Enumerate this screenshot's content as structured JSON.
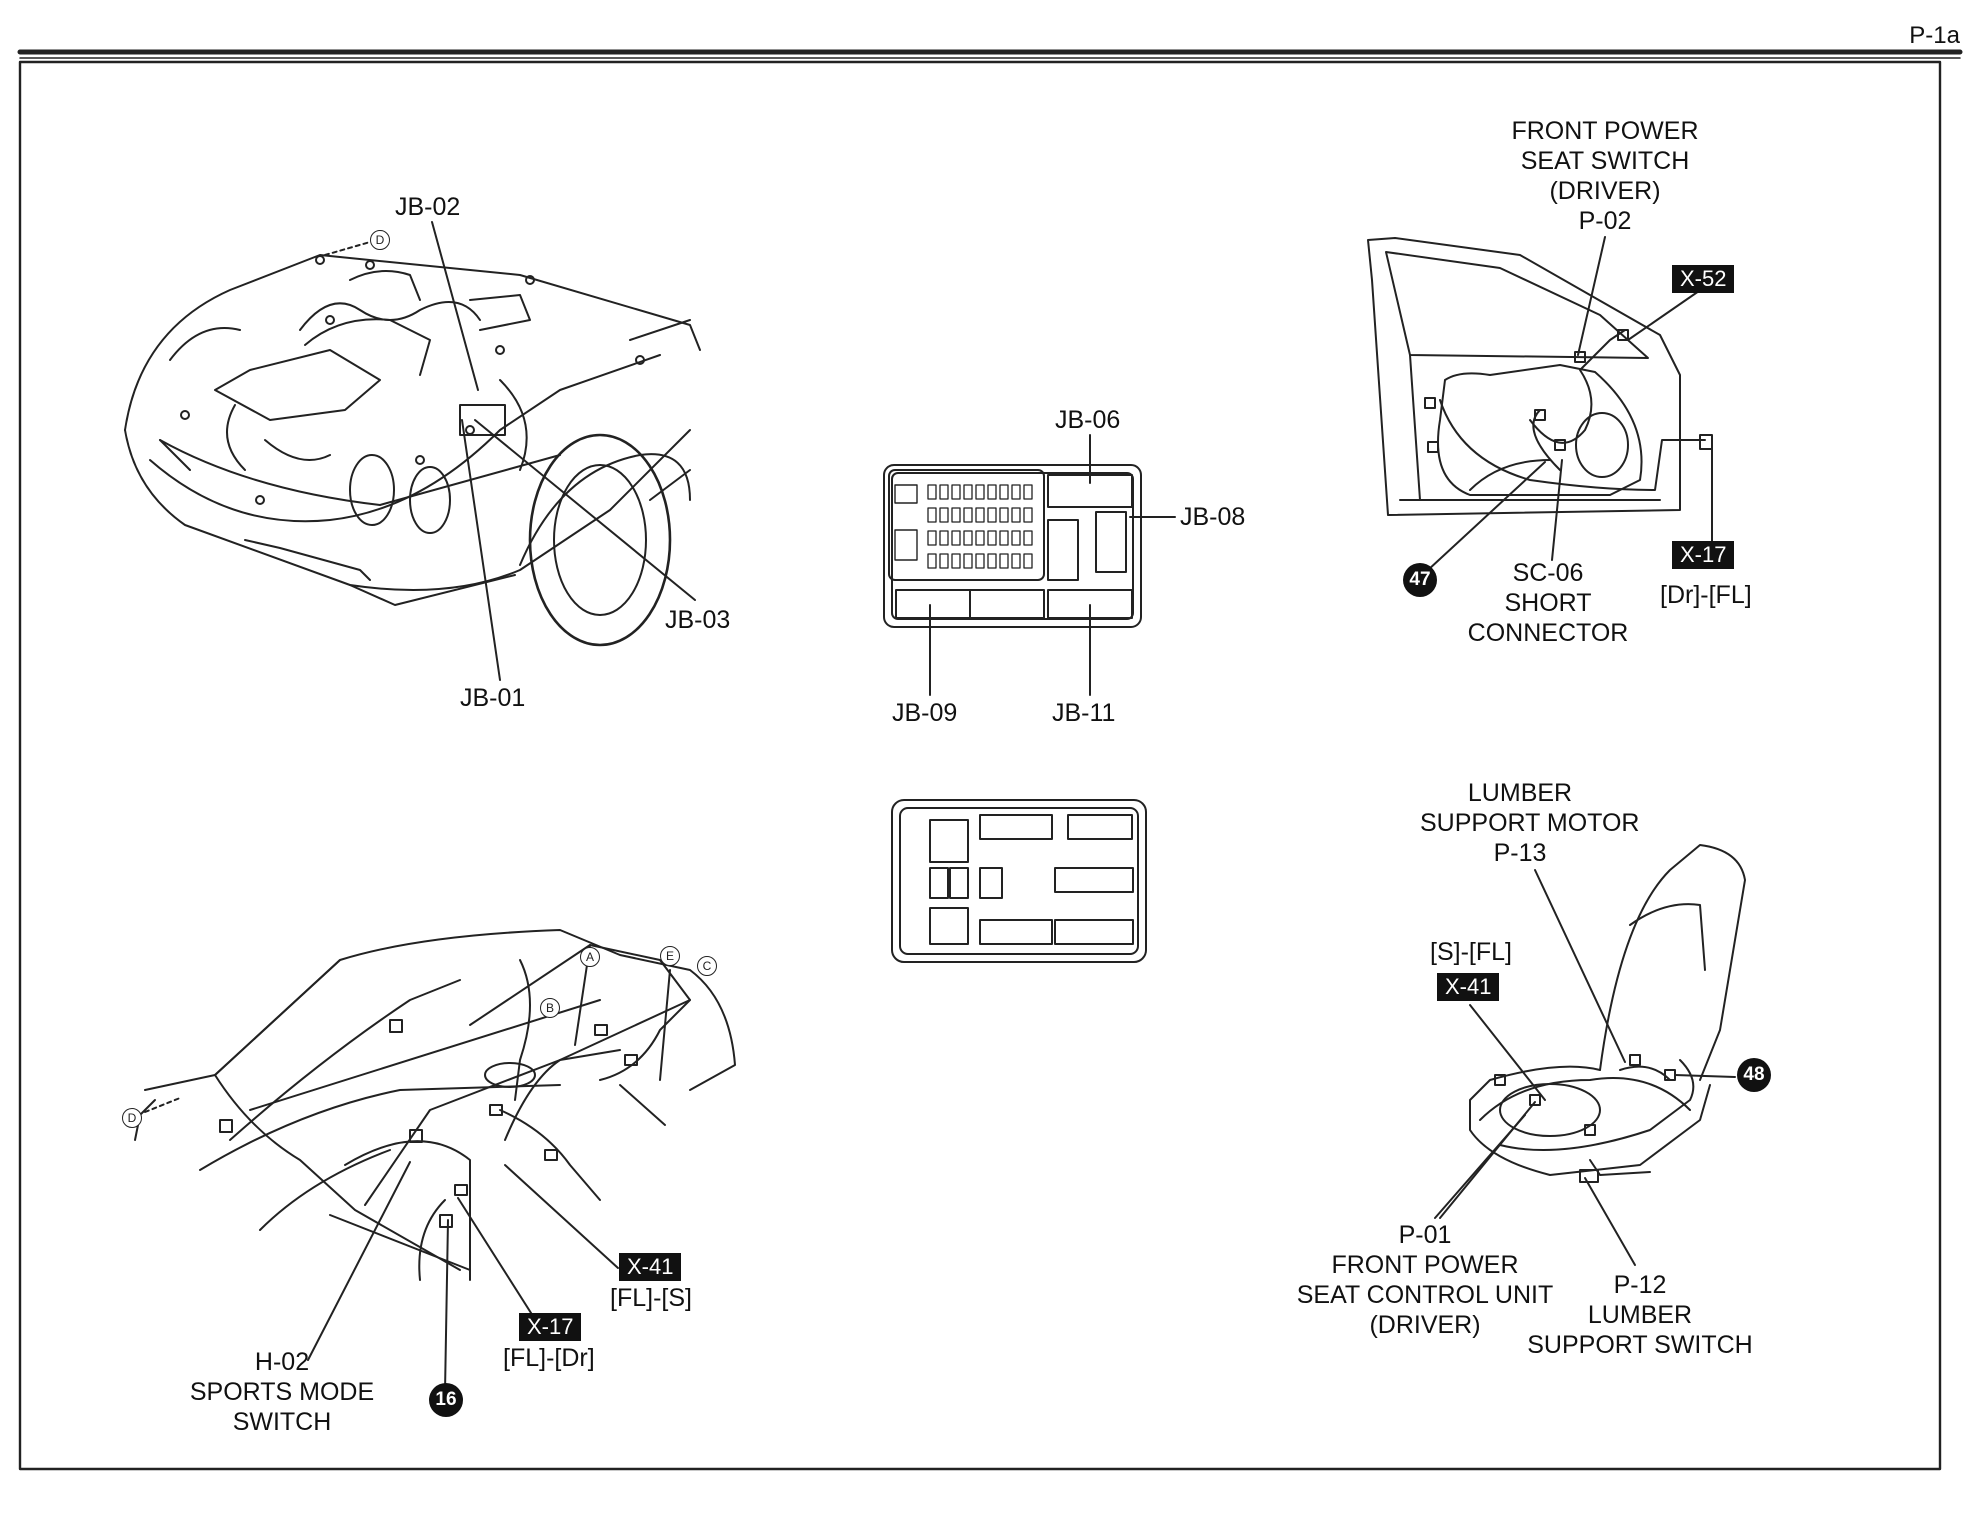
{
  "page_id": "P-1a",
  "engine_bay": {
    "labels": {
      "jb02": "JB-02",
      "jb03": "JB-03",
      "jb01": "JB-01"
    },
    "ref_d": "D"
  },
  "junction_box": {
    "labels": {
      "jb06": "JB-06",
      "jb08": "JB-08",
      "jb09": "JB-09",
      "jb11": "JB-11"
    }
  },
  "front_door": {
    "switch_label": [
      "FRONT POWER",
      "SEAT SWITCH",
      "(DRIVER)",
      "P-02"
    ],
    "tag_x52": "X-52",
    "tag_x17": "X-17",
    "x17_sub": "[Dr]-[FL]",
    "badge": "47",
    "short_connector": [
      "SC-06",
      "SHORT",
      "CONNECTOR"
    ]
  },
  "body_side": {
    "refs": {
      "a": "A",
      "b": "B",
      "c": "C",
      "d": "D",
      "e": "E"
    },
    "tag_x41": "X-41",
    "x41_sub": "[FL]-[S]",
    "tag_x17": "X-17",
    "x17_sub": "[FL]-[Dr]",
    "badge": "16",
    "h02_label": [
      "H-02",
      "SPORTS MODE",
      "SWITCH"
    ]
  },
  "seat": {
    "motor_label": [
      "LUMBER",
      "SUPPORT MOTOR",
      "P-13"
    ],
    "x41_sub": "[S]-[FL]",
    "tag_x41": "X-41",
    "badge": "48",
    "p01_label": [
      "P-01",
      "FRONT POWER",
      "SEAT CONTROL UNIT",
      "(DRIVER)"
    ],
    "p12_label": [
      "P-12",
      "LUMBER",
      "SUPPORT SWITCH"
    ]
  }
}
